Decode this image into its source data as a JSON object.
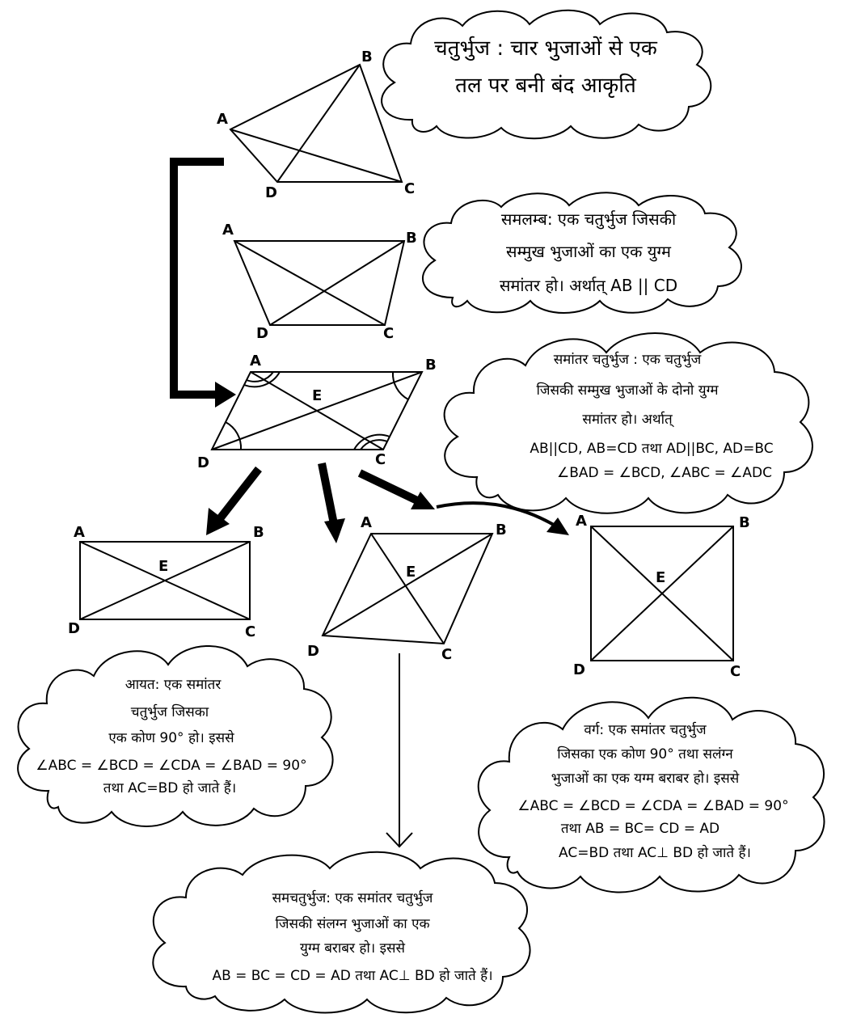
{
  "clouds": {
    "quadrilateral": {
      "lines": [
        "चतुर्भुज : चार भुजाओं से एक",
        "तल पर बनी बंद आकृति"
      ]
    },
    "trapezium": {
      "lines": [
        "समलम्ब: एक चतुर्भुज जिसकी",
        "सम्मुख भुजाओं का एक युग्म",
        "समांतर हो। अर्थात् AB || CD"
      ]
    },
    "parallelogram": {
      "lines": [
        "समांतर चतुर्भुज : एक चतुर्भुज",
        "जिसकी सम्मुख भुजाओं के दोनो युग्म",
        "समांतर हो। अर्थात्",
        "AB||CD, AB=CD तथा AD||BC, AD=BC",
        "∠BAD = ∠BCD, ∠ABC = ∠ADC"
      ]
    },
    "rectangle": {
      "lines": [
        "आयत: एक समांतर",
        "चतुर्भुज जिसका",
        "एक कोण 90° हो। इससे",
        "∠ABC = ∠BCD = ∠CDA = ∠BAD = 90°",
        "तथा AC=BD हो जाते हैं।"
      ]
    },
    "square": {
      "lines": [
        "वर्ग: एक समांतर चतुर्भुज",
        "जिसका एक कोण 90° तथा सलंग्न",
        "भुजाओं का एक यग्म बराबर हो। इससे",
        "∠ABC = ∠BCD = ∠CDA = ∠BAD = 90°",
        "तथा AB = BC= CD = AD",
        "AC=BD तथा AC⊥ BD हो जाते हैं।"
      ]
    },
    "rhombus": {
      "lines": [
        "समचतुर्भुज: एक समांतर चतुर्भुज",
        "जिसकी संलग्न भुजाओं का एक",
        "युग्म बराबर हो। इससे",
        "AB = BC = CD = AD तथा AC⊥ BD हो जाते हैं।"
      ]
    }
  },
  "vertex_labels": {
    "a": "A",
    "b": "B",
    "c": "C",
    "d": "D",
    "e": "E"
  }
}
